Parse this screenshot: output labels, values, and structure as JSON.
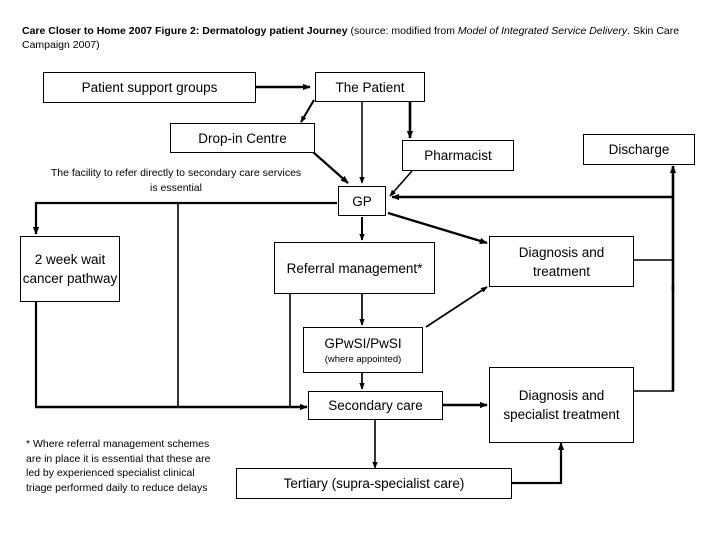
{
  "caption": {
    "bold_part": "Care Closer to Home 2007 Figure 2: Dermatology patient Journey ",
    "source_prefix": "(source: modified from ",
    "source_italic": "Model of Integrated Service Delivery",
    "source_suffix": ". Skin Care Campaign 2007)"
  },
  "nodes": {
    "patient_support_groups": "Patient support groups",
    "the_patient": "The Patient",
    "drop_in_centre": "Drop-in Centre",
    "pharmacist": "Pharmacist",
    "discharge": "Discharge",
    "gp": "GP",
    "two_week_wait": "2 week wait cancer pathway",
    "referral_management": "Referral management*",
    "diagnosis_and_treatment": "Diagnosis and treatment",
    "gpwsi": "GPwSI/PwSI",
    "gpwsi_sub": "(where appointed)",
    "secondary_care": "Secondary care",
    "diagnosis_and_specialist_treatment": "Diagnosis and specialist treatment",
    "tertiary": "Tertiary (supra-specialist care)"
  },
  "notes": {
    "facility_note": "The facility to refer directly to secondary care services is essential",
    "footnote": "* Where referral management schemes are in place it is essential that these are led by experienced specialist clinical triage performed daily to reduce delays"
  },
  "colors": {
    "line": "#000000",
    "box_fill": "#ffffff",
    "text": "#000000",
    "page_background": "#ffffff"
  }
}
